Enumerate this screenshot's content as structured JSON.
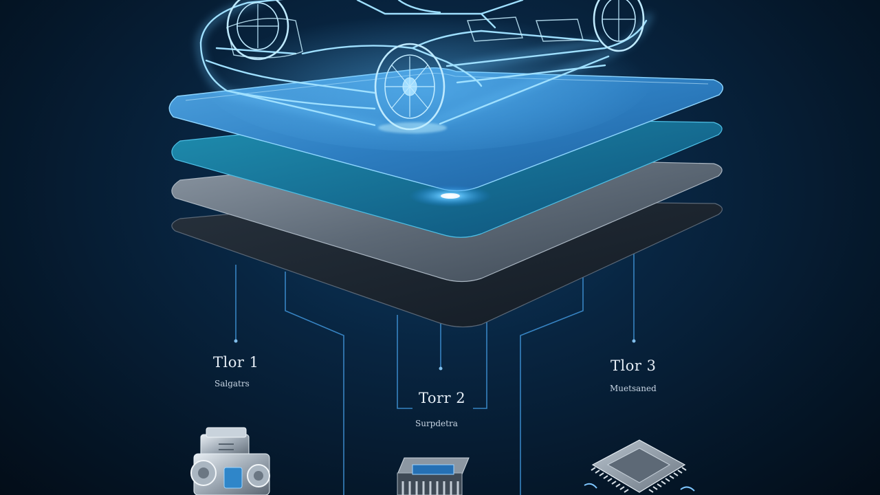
{
  "tiers": [
    {
      "title": "Tlor 1",
      "subtitle": "Salgatrs",
      "icon": "engine-icon"
    },
    {
      "title": "Torr 2",
      "subtitle": "Surpdetra",
      "icon": "chip-icon"
    },
    {
      "title": "Tlor 3",
      "subtitle": "Muetsaned",
      "icon": "processor-icon"
    }
  ],
  "colors": {
    "background": "#061a2e",
    "accent": "#3fa9ff",
    "glow": "#7fd0ff",
    "connector": "#3d8fd1"
  }
}
